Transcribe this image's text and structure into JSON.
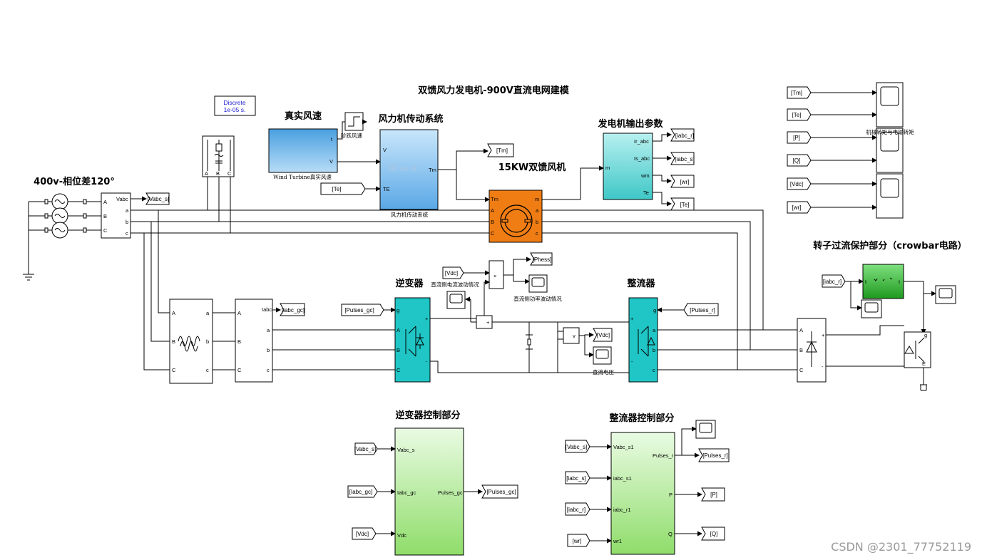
{
  "title": "双馈风力发电机-900V直流电网建模",
  "section_titles": {
    "wind": "真实风速",
    "drive": "风力机传动系统",
    "gen_out": "发电机输出参数",
    "dfig": "15KW双馈风机",
    "source": "400v-相位差120°",
    "inverter": "逆变器",
    "rectifier": "整流器",
    "crowbar": "转子过流保护部分（crowbar电路）",
    "inv_ctrl": "逆变器控制部分",
    "rect_ctrl": "整流器控制部分"
  },
  "powergui": {
    "line1": "Discrete",
    "line2": "1e-05 s."
  },
  "captions": {
    "wind_turbine": "Wind Turbine真实风速",
    "step": "阶跃风速",
    "drive_sys": "风力机传动系统",
    "scope_top": "机械转矩与电磁转矩",
    "dc_current": "直流侧电流波动情况",
    "dc_power": "直流侧功率波动情况",
    "dc_voltage": "直流电压"
  },
  "tags": {
    "vabc_s": "[Vabc_s]",
    "te_in": "[Te]",
    "tm": "[Tm]",
    "iabc_r": "[iabc_r]",
    "iabc_s": "[iabc_s]",
    "wr": "[wr]",
    "te": "[Te]",
    "iabc_gc": "[iabc_gc]",
    "pulses_gc": "[Pulses_gc]",
    "pulses_r": "[Pulses_r]",
    "vdc": "[Vdc]",
    "phess": "[Phess]",
    "vdc_out": "[Vdc]",
    "scope_tm": "[Tm]",
    "scope_te": "[Te]",
    "scope_p": "[P]",
    "scope_q": "[Q]",
    "scope_vdc": "[Vdc]",
    "scope_wr": "[wr]",
    "crow_in": "[iabc_r]",
    "ic_vabc": "[Vabc_s]",
    "ic_iabc": "[Iabc_gc]",
    "ic_vdc": "[Vdc]",
    "ic_out": "[Pulses_gc]",
    "rc_vabc": "[Vabc_s]",
    "rc_iabcs": "[iabc_s]",
    "rc_iabcr": "[iabc_r]",
    "rc_wr": "[wr]",
    "rc_pulses": "[Pulses_r]",
    "rc_p": "[P]",
    "rc_q": "[Q]"
  },
  "ports": {
    "vabc": "Vabc",
    "a": "a",
    "b": "b",
    "c": "c",
    "A": "A",
    "B": "B",
    "C": "C",
    "t": "t",
    "V": "V",
    "Te": "TE",
    "Tm": "Tm",
    "Tm2": "Tm",
    "m": "m",
    "m2": "m",
    "Ir_abc": "Ir_abc",
    "Is_abc": "Is_abc",
    "wm": "wm",
    "Tem": "Te",
    "iabc": "Iabc",
    "g": "g",
    "plus": "+",
    "minus": "-",
    "times": "×",
    "v": "v",
    "ic_vabc_s": "Vabc_s",
    "ic_iabc_gc": "Iabc_gc",
    "ic_vdc": "Vdc",
    "ic_pulses": "Pulses_gc",
    "rc_vabc_s1": "Vabc_s1",
    "rc_iabc_s1": "iabc_s1",
    "rc_iabc_r1": "iabc_r1",
    "rc_wr1": "wr1",
    "rc_pulses_r": "Pulses_r",
    "rc_P": "P",
    "rc_Q": "Q",
    "E": "E"
  },
  "watermark": "CSDN @2301_77752119",
  "colors": {
    "wind_top": "#4a9fe0",
    "wind_bottom": "#b7dcf7",
    "drive_top": "#c9e6fb",
    "drive_bottom": "#5aa8e6",
    "gen_top": "#b8f0f0",
    "gen_bottom": "#3fc7c7",
    "dfig": "#f07d14",
    "igbt": "#20c6c6",
    "ctrl_top": "#e9fbe3",
    "ctrl_bottom": "#8fdd6a",
    "crowbar": "#2fae2f",
    "powergui": "#1a1ad0"
  }
}
